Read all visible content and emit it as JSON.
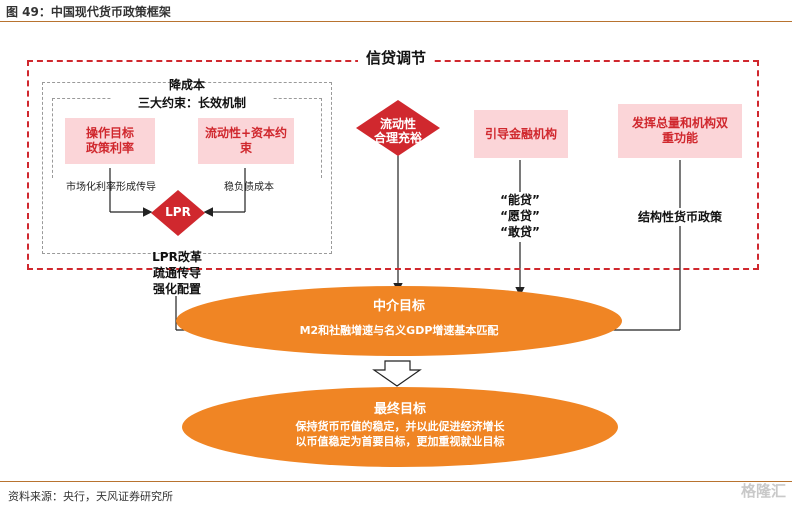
{
  "figure_title": "图 49：中国现代货币政策框架",
  "source": "资料来源：央行，天风证券研究所",
  "watermark": "格隆汇",
  "credit_box": {
    "title": "信贷调节"
  },
  "cost_box": {
    "title": "降成本",
    "subtitle": "三大约束：长效机制",
    "item_left": "操作目标\n政策利率",
    "item_right": "流动性+资本约\n束",
    "note_left": "市场化利率形成传导",
    "note_right": "稳负债成本",
    "lpr": "LPR"
  },
  "lpr_reform": "LPR改革\n疏通传导\n强化配置",
  "liquidity": "流动性\n合理充裕",
  "guide_finance": "引导金融机构",
  "loans": "“能贷”\n“愿贷”\n“敢贷”",
  "dual_function": "发挥总量和机构双\n重功能",
  "structural": "结构性货币政策",
  "intermediate": {
    "title": "中介目标",
    "text": "M2和社融增速与名义GDP增速基本匹配"
  },
  "final": {
    "title": "最终目标",
    "line1": "保持货币币值的稳定，并以此促进经济增长",
    "line2": "以币值稳定为首要目标，更加重视就业目标"
  },
  "colors": {
    "red": "#d0282e",
    "orange": "#f08524",
    "pink": "#fbd5d8",
    "rule": "#b8732f"
  }
}
